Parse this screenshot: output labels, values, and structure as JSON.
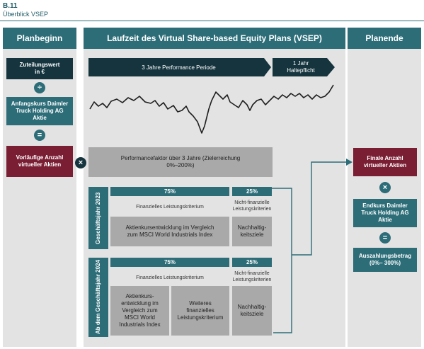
{
  "header": {
    "code": "B.11",
    "title": "Überblick VSEP"
  },
  "columns": {
    "left": "Planbeginn",
    "center": "Laufzeit des Virtual Share-based Equity Plans (VSEP)",
    "right": "Planende"
  },
  "left": {
    "grant_value": "Zuteilungswert in €",
    "op_divide": "÷",
    "start_price": "Anfangskurs Daimler Truck Holding AG Aktie",
    "op_equals": "=",
    "preliminary": "Vorläufige Anzahl virtueller Aktien",
    "op_multiply": "×"
  },
  "center": {
    "performance_period": "3 Jahre Performance Periode",
    "holding": "1 Jahr Haltepflicht",
    "performance_factor": "Performancefaktor über 3 Jahre (Zielerreichung 0%–200%)",
    "year2023": {
      "label": "Geschäftsjahr 2023",
      "pct_fin": "75%",
      "pct_nonfin": "25%",
      "fin_label": "Finanzielles Leistungskriterium",
      "nonfin_label": "Nicht-finanzielle Leistungskriterien",
      "fin_box": "Aktienkursentwicklung im Vergleich zum MSCI World Industrials Index",
      "nonfin_box": "Nachhaltig-keitsziele"
    },
    "year2024": {
      "label": "Ab dem Geschäftsjahr 2024",
      "pct_fin": "75%",
      "pct_nonfin": "25%",
      "fin_label": "Finanzielles Leistungskriterium",
      "nonfin_label": "Nicht-finanzielle Leistungskriterien",
      "fin_box1": "Aktienkurs-entwicklung im Vergleich zum MSCI World Industrials Index",
      "fin_box2": "Weiteres finanzielles Leistungskriterium",
      "nonfin_box": "Nachhaltig-keitsziele"
    }
  },
  "right": {
    "final": "Finale Anzahl virtueller Aktien",
    "op_multiply": "×",
    "end_price": "Endkurs Daimler Truck Holding AG Aktie",
    "op_equals": "=",
    "payout": "Auszahlungsbetrag (0%– 300%)"
  },
  "colors": {
    "teal": "#2d6d78",
    "navy": "#15343e",
    "red": "#7a1e33",
    "gray": "#a9a9a9",
    "panel": "#e3e3e3"
  }
}
